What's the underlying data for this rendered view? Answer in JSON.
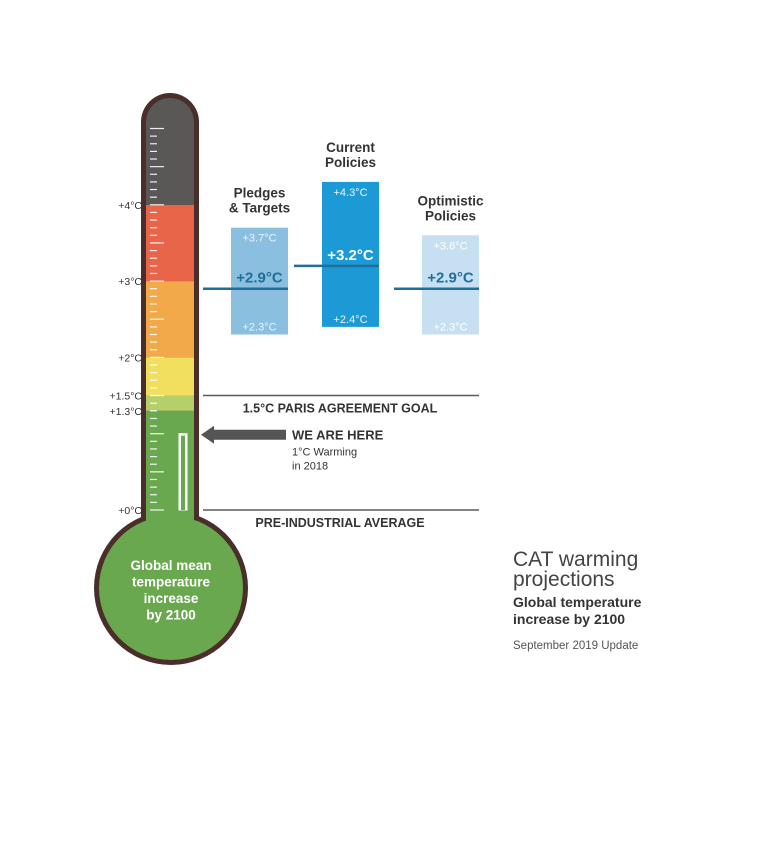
{
  "chart_data": {
    "type": "bar",
    "title": "CAT warming projections",
    "subtitle": "Global temperature increase by 2100",
    "update_note": "September 2019 Update",
    "bulb_label": [
      "Global mean",
      "temperature",
      "increase",
      "by 2100"
    ],
    "scale_labels": [
      {
        "value": 4,
        "label": "+4°C"
      },
      {
        "value": 3,
        "label": "+3°C"
      },
      {
        "value": 2,
        "label": "+2°C"
      },
      {
        "value": 1.5,
        "label": "+1.5°C"
      },
      {
        "value": 1.3,
        "label": "+1.3°C"
      },
      {
        "value": 0,
        "label": "+0°C"
      }
    ],
    "ylim": [
      0,
      5
    ],
    "color_bands": [
      {
        "from": 0,
        "to": 1.3,
        "color": "#6aa84f"
      },
      {
        "from": 1.3,
        "to": 1.5,
        "color": "#b5cf6b"
      },
      {
        "from": 1.5,
        "to": 2.0,
        "color": "#f1e05e"
      },
      {
        "from": 2.0,
        "to": 3.0,
        "color": "#f2a94a"
      },
      {
        "from": 3.0,
        "to": 4.0,
        "color": "#e8654a"
      },
      {
        "from": 4.0,
        "to": 5.0,
        "color": "#5a5757"
      }
    ],
    "current_level": {
      "value": 1.0,
      "label": "WE ARE HERE",
      "note": [
        "1°C Warming",
        "in 2018"
      ]
    },
    "reference_lines": [
      {
        "value": 1.5,
        "label": "1.5°C PARIS AGREEMENT GOAL"
      },
      {
        "value": 0,
        "label": "PRE-INDUSTRIAL AVERAGE"
      }
    ],
    "series": [
      {
        "name": [
          "Pledges",
          "& Targets"
        ],
        "low": 2.3,
        "high": 3.7,
        "median": 2.9,
        "low_label": "+2.3°C",
        "high_label": "+3.7°C",
        "median_label": "+2.9°C",
        "color": "#8bbfe0",
        "median_color": "#1f6f9a",
        "range_text_color": "#eaf4fb"
      },
      {
        "name": [
          "Current",
          "Policies"
        ],
        "low": 2.4,
        "high": 4.3,
        "median": 3.2,
        "low_label": "+2.4°C",
        "high_label": "+4.3°C",
        "median_label": "+3.2°C",
        "color": "#1b9ad6",
        "median_color": "#ffffff",
        "range_text_color": "#eaf6fd"
      },
      {
        "name": [
          "Optimistic",
          "Policies"
        ],
        "low": 2.3,
        "high": 3.6,
        "median": 2.9,
        "low_label": "+2.3°C",
        "high_label": "+3.6°C",
        "median_label": "+2.9°C",
        "color": "#c7e0f1",
        "median_color": "#1f6f9a",
        "range_text_color": "#ffffff"
      }
    ],
    "colors": {
      "outline": "#4a2e2a",
      "bulb": "#6aa84f",
      "arrow": "#555555",
      "median_line": "#1f6f9a",
      "ref_line": "#5a5a5a",
      "text": "#333333"
    }
  }
}
